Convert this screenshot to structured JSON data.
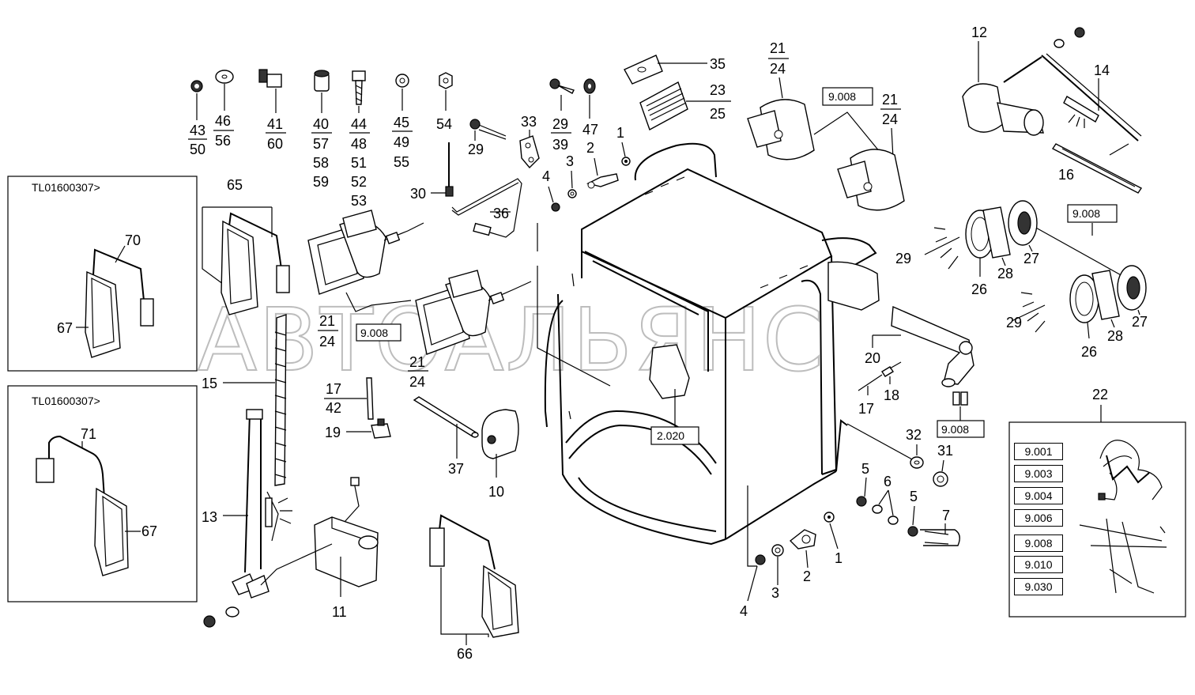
{
  "watermark": "АВТОАЛЬЯНС",
  "serial_boxes": {
    "mirror_a": "TL01600307>",
    "mirror_b": "TL01600307>"
  },
  "refs": {
    "r_9008_a": "9.008",
    "r_9008_b": "9.008",
    "r_9008_c": "9.008",
    "r_9008_d": "9.008",
    "r_2020": "2.020"
  },
  "harness_refs": [
    "9.001",
    "9.003",
    "9.004",
    "9.006",
    "9.008",
    "9.010",
    "9.030"
  ],
  "callouts": {
    "c43": "43",
    "c50": "50",
    "c46": "46",
    "c56": "56",
    "c41": "41",
    "c60": "60",
    "c40": "40",
    "c57": "57",
    "c58": "58",
    "c59": "59",
    "c44": "44",
    "c48": "48",
    "c51": "51",
    "c52": "52",
    "c53": "53",
    "c45": "45",
    "c49": "49",
    "c55": "55",
    "c54": "54",
    "c29a": "29",
    "c33": "33",
    "c29b": "29",
    "c39": "39",
    "c47": "47",
    "c1a": "1",
    "c2a": "2",
    "c3a": "3",
    "c4a": "4",
    "c30": "30",
    "c36": "36",
    "c35": "35",
    "c23": "23",
    "c25": "25",
    "c21a": "21",
    "c24a": "24",
    "c21b": "21",
    "c24b": "24",
    "c21c": "21",
    "c24c": "24",
    "c21d": "21",
    "c24d": "24",
    "c12": "12",
    "c14": "14",
    "c16": "16",
    "c65": "65",
    "c70": "70",
    "c67a": "67",
    "c71": "71",
    "c67b": "67",
    "c15": "15",
    "c13": "13",
    "c11": "11",
    "c17a": "17",
    "c42": "42",
    "c19": "19",
    "c37": "37",
    "c10": "10",
    "c66": "66",
    "c29c": "29",
    "c26a": "26",
    "c28a": "28",
    "c27a": "27",
    "c29d": "29",
    "c26b": "26",
    "c28b": "28",
    "c27b": "27",
    "c20": "20",
    "c18": "18",
    "c17b": "17",
    "c32": "32",
    "c31": "31",
    "c5a": "5",
    "c6": "6",
    "c5b": "5",
    "c7": "7",
    "c1b": "1",
    "c2b": "2",
    "c3b": "3",
    "c4b": "4",
    "c22": "22"
  }
}
